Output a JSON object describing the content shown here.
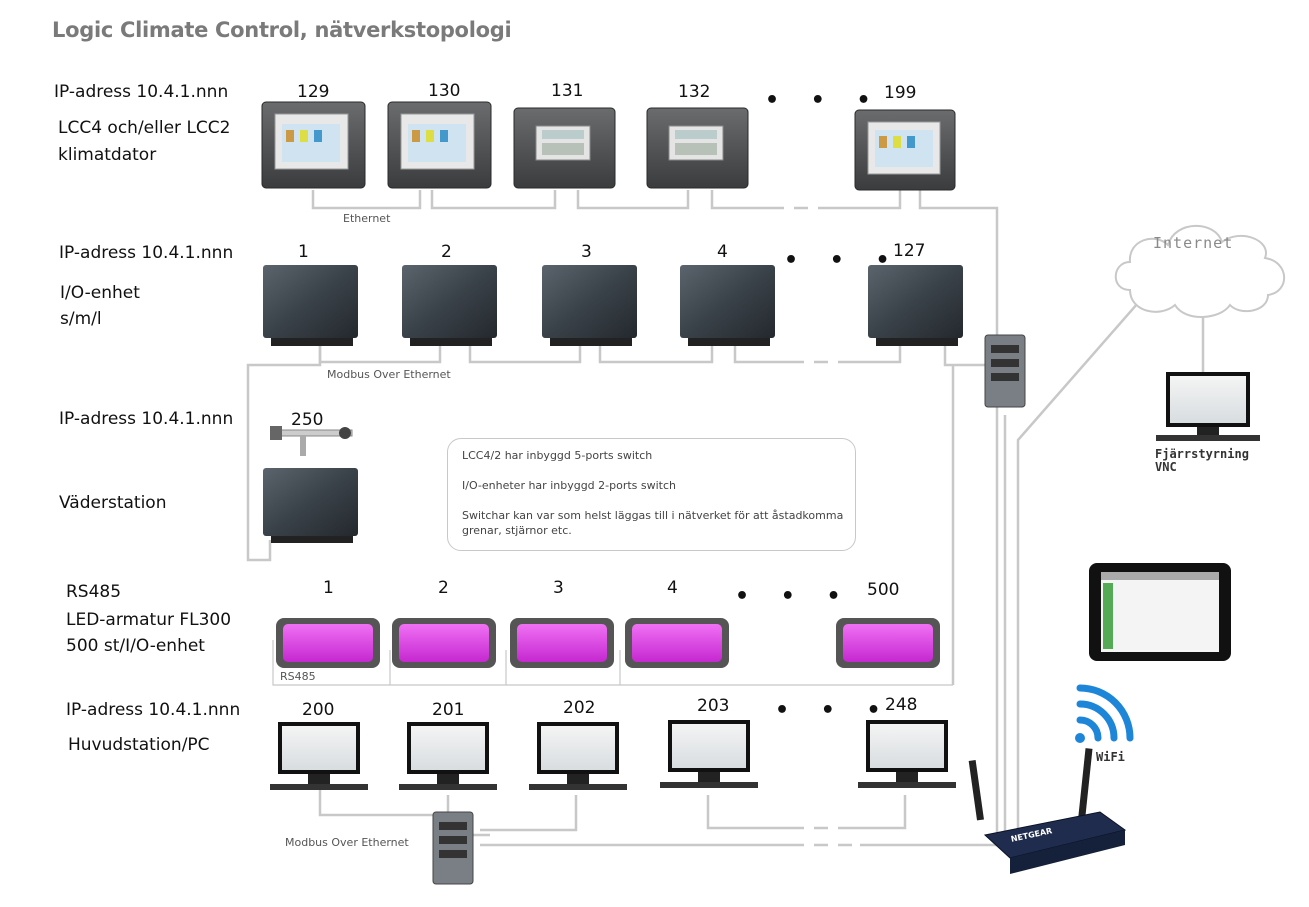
{
  "title": "Logic Climate Control, nätverkstopologi",
  "rows": {
    "lcc": {
      "ip_label": "IP-adress 10.4.1.nnn",
      "name_line1": "LCC4 och/eller LCC2",
      "name_line2": "klimatdator",
      "numbers": [
        "129",
        "130",
        "131",
        "132",
        "199"
      ],
      "link_label": "Ethernet"
    },
    "io": {
      "ip_label": "IP-adress 10.4.1.nnn",
      "name_line1": "I/O-enhet",
      "name_line2": "s/m/l",
      "numbers": [
        "1",
        "2",
        "3",
        "4",
        "127"
      ],
      "link_label": "Modbus Over Ethernet"
    },
    "weather": {
      "ip_label": "IP-adress 10.4.1.nnn",
      "number": "250",
      "name": "Väderstation"
    },
    "led": {
      "line1": "RS485",
      "line2": "LED-armatur FL300",
      "line3": "500 st/I/O-enhet",
      "numbers": [
        "1",
        "2",
        "3",
        "4",
        "500"
      ],
      "link_label": "RS485"
    },
    "pc": {
      "ip_label": "IP-adress 10.4.1.nnn",
      "name": "Huvudstation/PC",
      "numbers": [
        "200",
        "201",
        "202",
        "203",
        "248"
      ],
      "link_label": "Modbus Over Ethernet"
    }
  },
  "ellipsis": "• • •",
  "note": {
    "line1": "LCC4/2 har inbyggd 5-ports switch",
    "line2": "I/O-enheter har inbyggd 2-ports switch",
    "line3": "Switchar kan var som helst läggas till i nätverket för att åstadkomma",
    "line4": "grenar, stjärnor etc."
  },
  "cloud_label": "Internet",
  "remote": {
    "line1": "Fjärrstyrning",
    "line2": "VNC"
  },
  "wifi_label": "WiFi",
  "router_brand": "NETGEAR",
  "colors": {
    "line": "#c6c6c6",
    "led_glow": "#e040e8",
    "wifi": "#1e86d8",
    "device_dark": "#3b4046"
  }
}
